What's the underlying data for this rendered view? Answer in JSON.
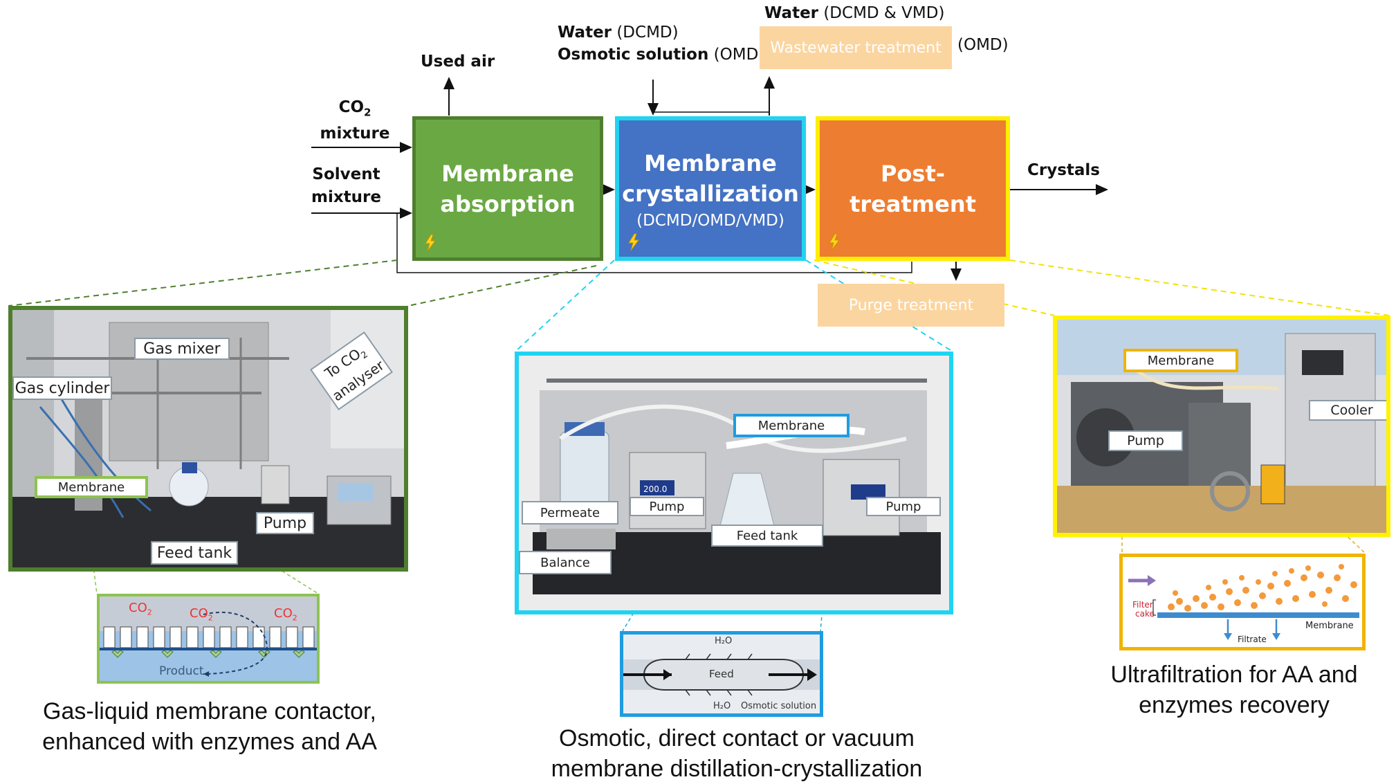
{
  "inputs": {
    "co2_line1": "CO",
    "co2_sub": "2",
    "co2_line2": "mixture",
    "solvent_line1": "Solvent",
    "solvent_line2": "mixture"
  },
  "outputs": {
    "used_air": "Used air",
    "water_dcmd_bold": "Water",
    "water_dcmd_rest": "(DCMD)",
    "osmotic_bold": "Osmotic solution",
    "osmotic_rest": "(OMD)",
    "water_top_bold": "Water",
    "water_top_rest": "(DCMD & VMD)",
    "wastewater": "Wastewater treatment",
    "omd": "(OMD)",
    "crystals": "Crystals",
    "purge": "Purge treatment"
  },
  "process": {
    "absorption": {
      "line1": "Membrane",
      "line2": "absorption",
      "color": "#6aa843",
      "border": "#4f7f2e"
    },
    "crystallization": {
      "line1": "Membrane",
      "line2": "crystallization",
      "sub": "(DCMD/OMD/VMD)",
      "color": "#4472c4",
      "border": "#22d3f0"
    },
    "post": {
      "line1": "Post-treatment",
      "color": "#ed7d31",
      "border": "#ffee00"
    }
  },
  "panel_left": {
    "labels": {
      "gas_mixer": "Gas mixer",
      "gas_cylinder": "Gas cylinder",
      "analyser_line1": "To CO",
      "analyser_sub": "2",
      "analyser_line2": "analyser",
      "membrane": "Membrane",
      "pump": "Pump",
      "feed_tank": "Feed tank"
    },
    "inset": {
      "co2_a": "CO",
      "co2_b": "CO",
      "co2_c": "CO",
      "sub": "2",
      "product": "Product"
    },
    "caption_line1": "Gas-liquid membrane contactor,",
    "caption_line2": "enhanced with enzymes and AA"
  },
  "panel_mid": {
    "labels": {
      "membrane": "Membrane",
      "permeate": "Permeate",
      "pump_left": "Pump",
      "pump_right": "Pump",
      "feed_tank": "Feed tank",
      "balance": "Balance",
      "display": "200.0"
    },
    "inset": {
      "h2o_top": "H₂O",
      "feed": "Feed",
      "h2o_bottom": "H₂O",
      "osmotic": "Osmotic solution"
    },
    "caption_line1": "Osmotic, direct contact or vacuum",
    "caption_line2": "membrane distillation-crystallization"
  },
  "panel_right": {
    "labels": {
      "membrane": "Membrane",
      "cooler": "Cooler",
      "pump": "Pump"
    },
    "inset": {
      "filter": "Filter",
      "cake": "cake",
      "membrane": "Membrane",
      "filtrate": "Filtrate"
    },
    "caption_line1": "Ultrafiltration for AA and",
    "caption_line2": "enzymes recovery"
  },
  "colors": {
    "green": "#5b8a34",
    "cyan": "#1fd4f2",
    "yellow": "#fff200",
    "wastewater_fill": "#fbd5a0"
  }
}
